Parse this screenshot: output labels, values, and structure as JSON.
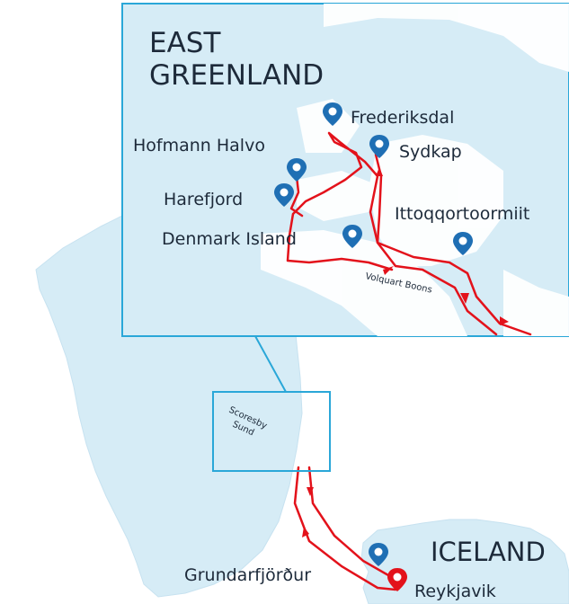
{
  "colors": {
    "land": "#d6ecf6",
    "land_edge": "#b9d9ea",
    "inset_bg": "#d6ecf6",
    "frame": "#2aa7d8",
    "route": "#e3121b",
    "pin_blue": "#1f6fb4",
    "pin_red": "#e3121b"
  },
  "inset": {
    "region_line1": "EAST",
    "region_line2": "GREENLAND",
    "water_label": "Volquart Boons",
    "places": {
      "frederiksdal": "Frederiksdal",
      "sydkap": "Sydkap",
      "hofmann": "Hofmann Halvo",
      "harefjord": "Harefjord",
      "denmark": "Denmark Island",
      "ittoqqortoormiit": "Ittoqqortoormiit"
    }
  },
  "overview": {
    "box_label_line1": "Scoresby",
    "box_label_line2": "Sund",
    "iceland": "ICELAND",
    "grundarfjordur": "Grundarfjörður",
    "reykjavik": "Reykjavik"
  },
  "icons": [
    "map-pin-icon",
    "route-arrow-icon"
  ]
}
